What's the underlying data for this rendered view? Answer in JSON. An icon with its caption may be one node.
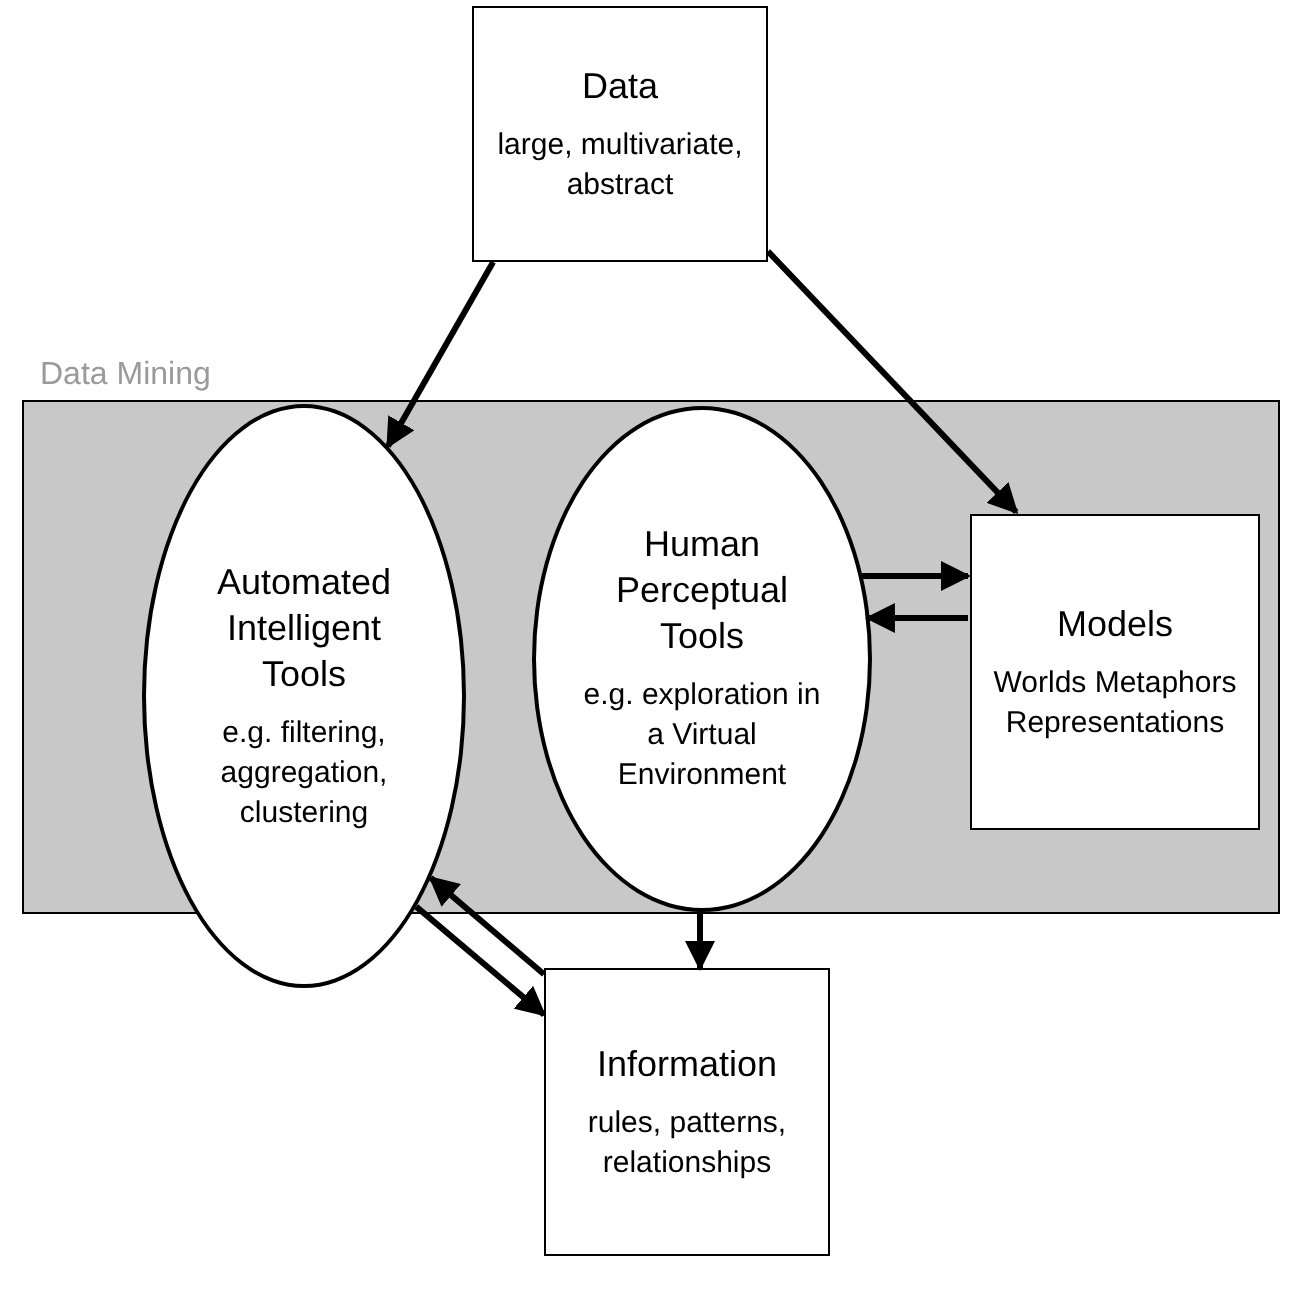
{
  "diagram": {
    "nodes": [
      {
        "text": [
          "Data",
          "large, multivariate, abstract"
        ]
      },
      {
        "text": [
          "Data Mining"
        ]
      },
      {
        "text": [
          "Automated Intelligent Tools",
          "e.g. filtering, aggregation, clustering"
        ]
      },
      {
        "text": [
          "Human Perceptual Tools",
          "e.g. exploration in a Virtual Environment"
        ],
        "in": 1
      },
      {
        "text": [
          "Models",
          "Worlds Metaphors Representations"
        ],
        "in": 1
      },
      {
        "text": [
          "Information",
          "rules, patterns, relationships"
        ]
      }
    ],
    "edges": [
      {
        "from": 0,
        "to": 2,
        "arrow": "to"
      },
      {
        "from": 0,
        "to": 4,
        "arrow": "to"
      },
      {
        "from": 3,
        "to": 4,
        "arrow": "to"
      },
      {
        "from": 4,
        "to": 3,
        "arrow": "to"
      },
      {
        "from": 3,
        "to": 5,
        "arrow": "to"
      },
      {
        "from": 5,
        "to": 2,
        "arrow": "to"
      },
      {
        "from": 2,
        "to": 5,
        "arrow": "to"
      }
    ]
  }
}
